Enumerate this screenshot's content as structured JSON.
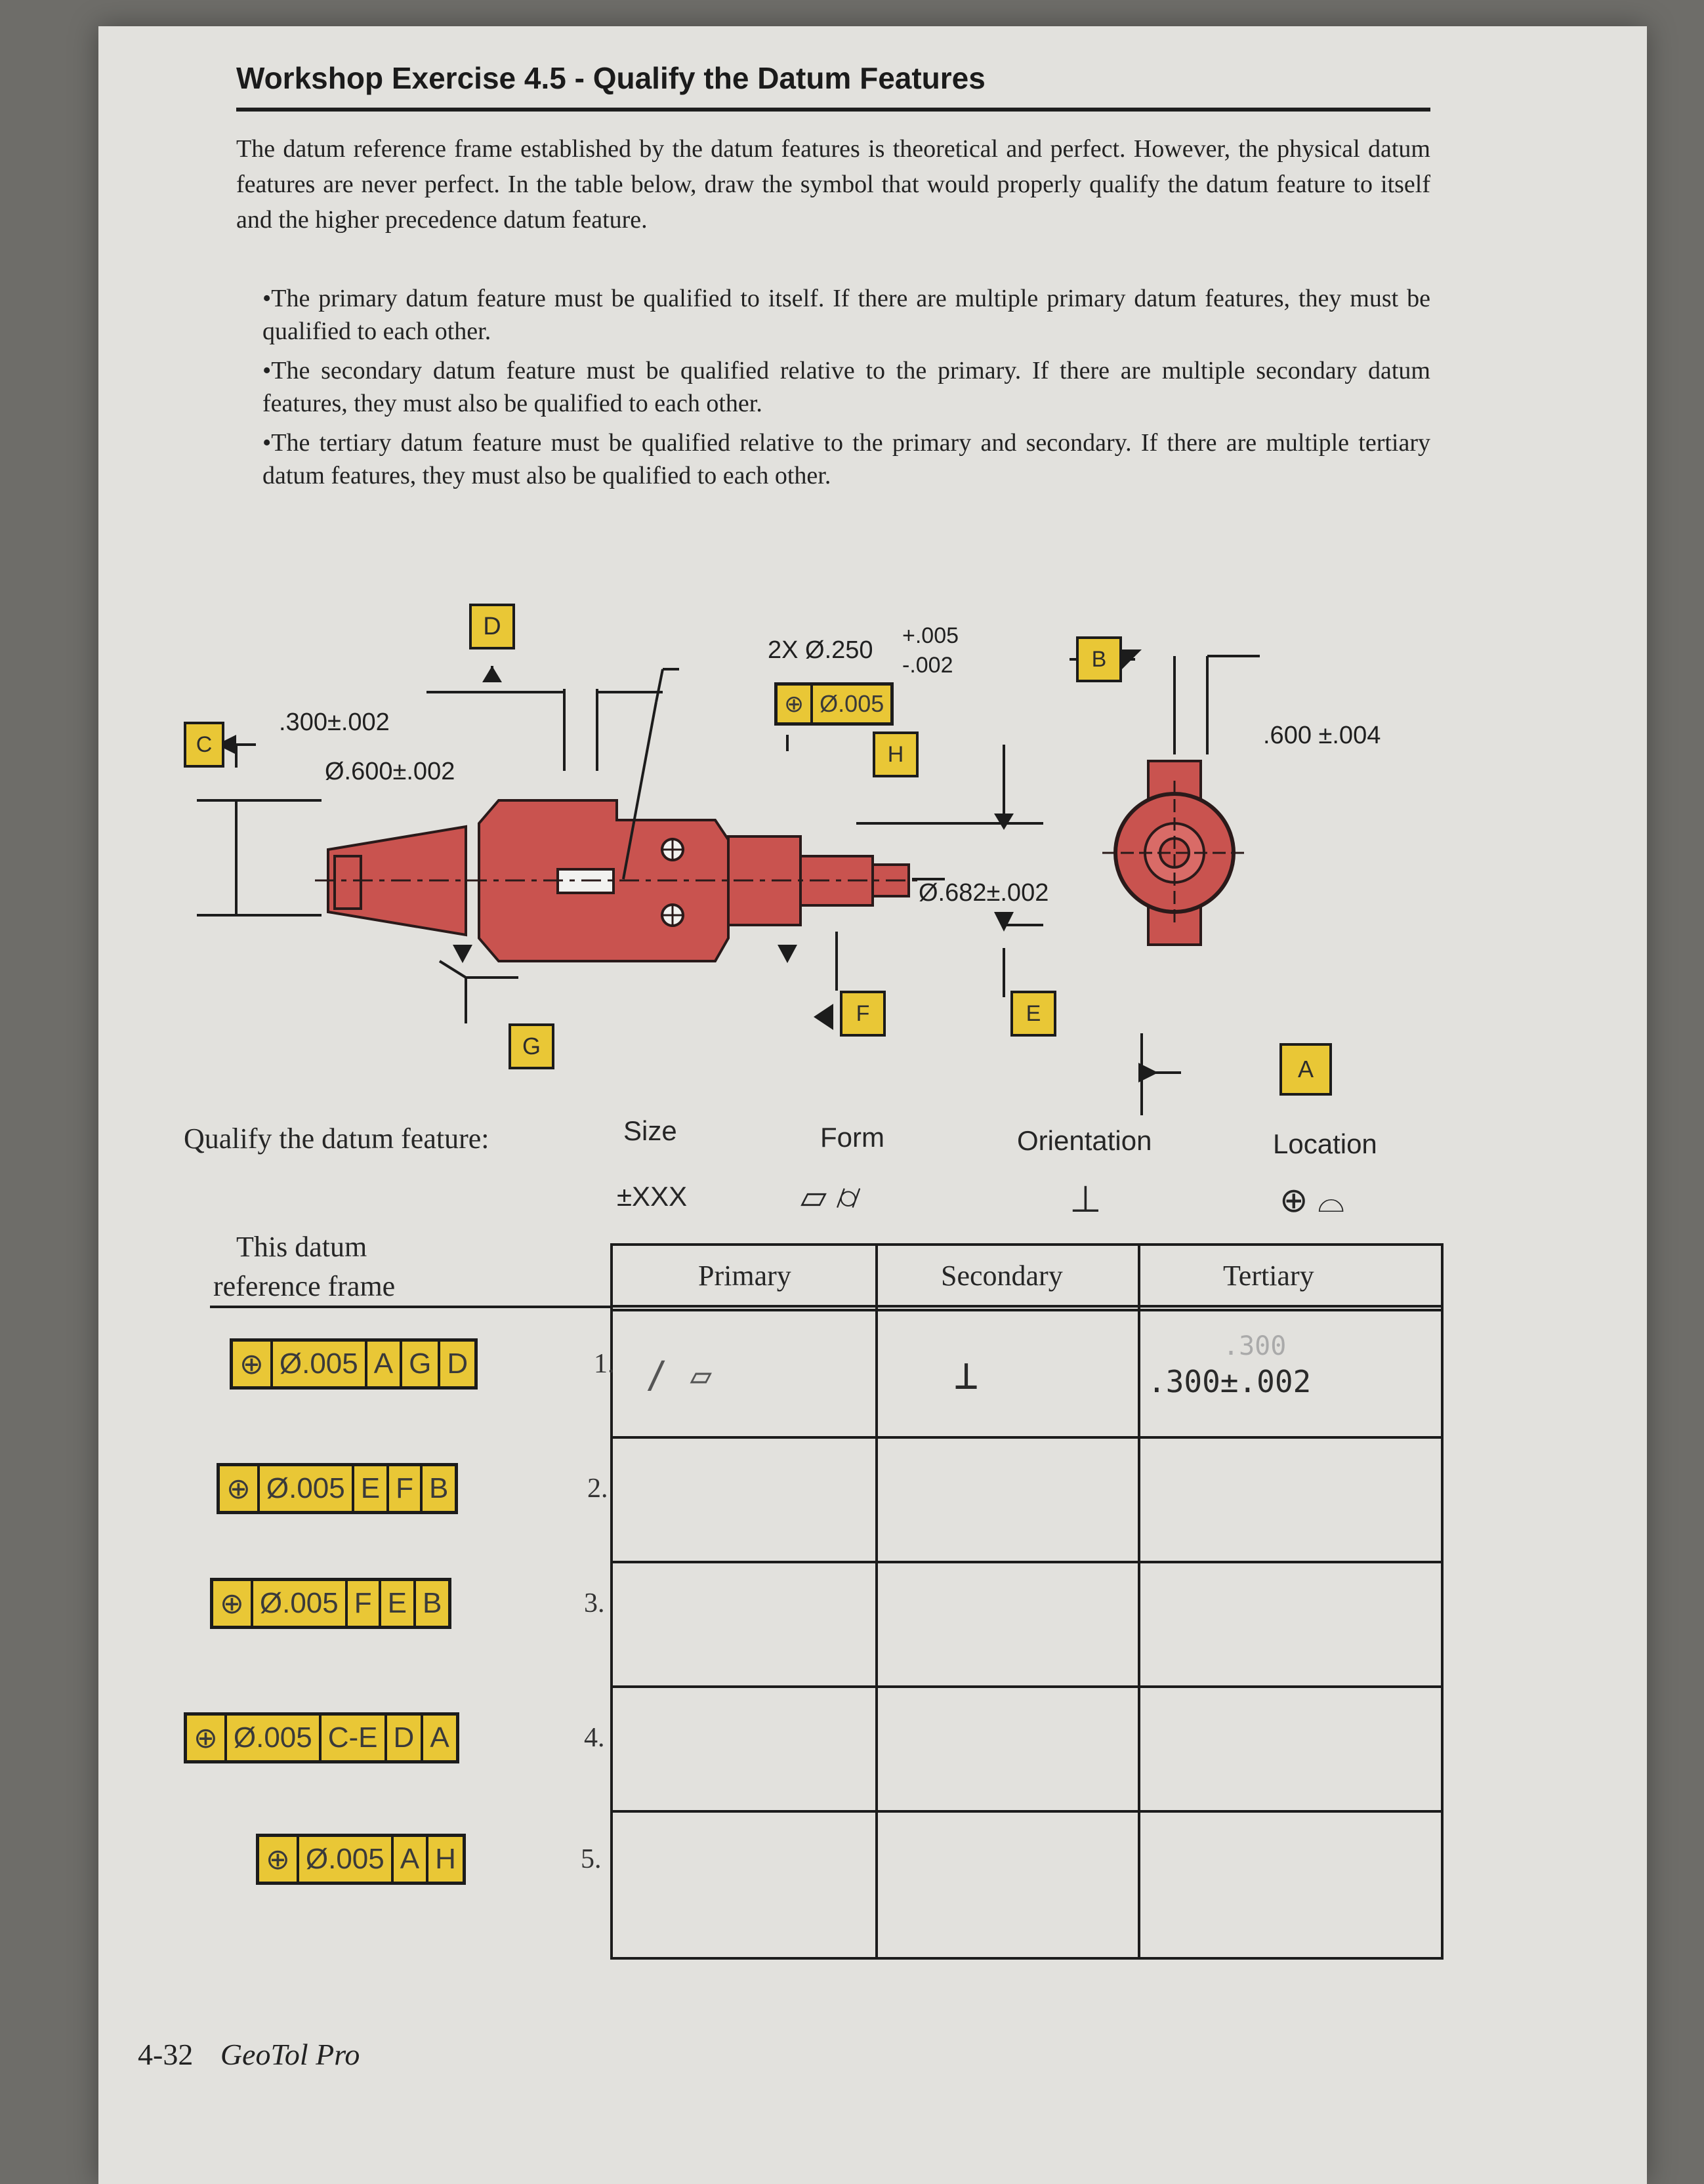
{
  "page": {
    "title": "Workshop Exercise 4.5 - Qualify the Datum Features",
    "intro": "The datum reference frame established by the datum features is theoretical and perfect. However, the physical datum features are never perfect. In the table below, draw the symbol that would properly qualify the datum feature to itself and the higher precedence datum feature.",
    "bullets": [
      "•The primary datum feature must be qualified to itself. If there are multiple primary datum features, they must be qualified to each other.",
      "•The secondary datum feature must be qualified relative to the primary. If there are multiple secondary datum features, they must also be qualified to each other.",
      "•The tertiary datum feature must be qualified relative to the primary and secondary. If there are multiple tertiary datum features, they must also be qualified to each other."
    ],
    "footer_page": "4-32",
    "footer_book": "GeoTol Pro"
  },
  "drawing": {
    "datum_D": "D",
    "datum_C": "C",
    "datum_G": "G",
    "datum_H": "H",
    "datum_F": "F",
    "datum_E": "E",
    "datum_B": "B",
    "datum_A": "A",
    "dim_300": ".300±.002",
    "dim_600dia": "Ø.600±.002",
    "dim_2x": "2X Ø.250",
    "tol_plus": "+.005",
    "tol_minus": "-.002",
    "pos_fcf_symbol": "⊕",
    "pos_fcf_value": "Ø.005",
    "dim_682": "Ø.682±.002",
    "dim_600_right": ".600 ±.004"
  },
  "categories": {
    "lead": "Qualify the datum feature:",
    "size": "Size",
    "size_symbol": "±XXX",
    "form": "Form",
    "form_symbols": "▱ ⌭",
    "orientation": "Orientation",
    "orientation_symbol": "⊥",
    "location": "Location",
    "location_symbols": "⊕ ⌓"
  },
  "table": {
    "left_header_line1": "This datum",
    "left_header_line2": "reference frame",
    "col_primary": "Primary",
    "col_secondary": "Secondary",
    "col_tertiary": "Tertiary",
    "rows": [
      {
        "num": "1.",
        "fcf": [
          "⊕",
          "Ø.005",
          "A",
          "G",
          "D"
        ],
        "primary": "/ ▱",
        "secondary": "⊥",
        "tertiary_faint": ".300",
        "tertiary": ".300±.002"
      },
      {
        "num": "2.",
        "fcf": [
          "⊕",
          "Ø.005",
          "E",
          "F",
          "B"
        ],
        "primary": "",
        "secondary": "",
        "tertiary_faint": "",
        "tertiary": ""
      },
      {
        "num": "3.",
        "fcf": [
          "⊕",
          "Ø.005",
          "F",
          "E",
          "B"
        ],
        "primary": "",
        "secondary": "",
        "tertiary_faint": "",
        "tertiary": ""
      },
      {
        "num": "4.",
        "fcf": [
          "⊕",
          "Ø.005",
          "C-E",
          "D",
          "A"
        ],
        "primary": "",
        "secondary": "",
        "tertiary_faint": "",
        "tertiary": ""
      },
      {
        "num": "5.",
        "fcf": [
          "⊕",
          "Ø.005",
          "A",
          "H"
        ],
        "primary": "",
        "secondary": "",
        "tertiary_faint": "",
        "tertiary": ""
      }
    ]
  }
}
